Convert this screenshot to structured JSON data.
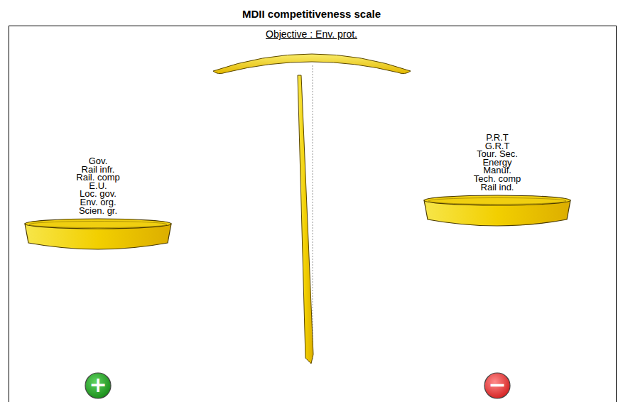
{
  "diagram": {
    "title": "MDII competitiveness scale",
    "nodes": [
      {
        "text": [
          "Gov.",
          "Rail infr.",
          "Rail. comp",
          "E.U.",
          "Loc. gov.",
          "Env. org.",
          "Scien. gr."
        ]
      },
      {
        "text": [
          "P.R.T",
          "G.R.T",
          "Tour. Sec.",
          "Energy",
          "Manuf.",
          "Tech. comp",
          "Rail ind."
        ]
      },
      {
        "text": [
          "+"
        ]
      },
      {
        "text": [
          "−"
        ]
      }
    ],
    "labels": [
      "Objective : Env. prot."
    ]
  }
}
